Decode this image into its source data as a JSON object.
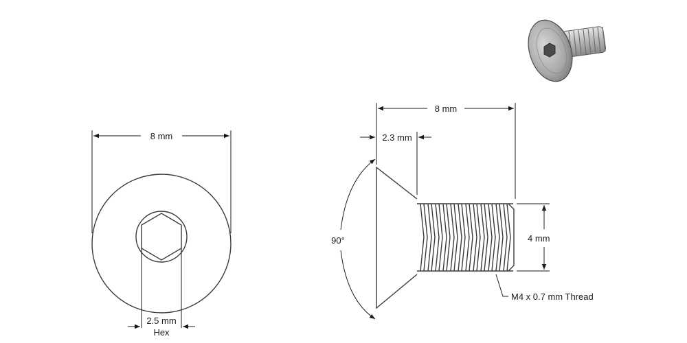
{
  "front_view": {
    "head_diameter": "8 mm",
    "hex_size": "2.5 mm",
    "hex_label": "Hex"
  },
  "side_view": {
    "overall_length": "8 mm",
    "head_height": "2.3 mm",
    "head_angle": "90°",
    "thread_diameter": "4 mm",
    "thread_callout": "M4 x 0.7 mm Thread"
  },
  "colors": {
    "line": "#1a1a1a",
    "part_outline": "#3a3a3a",
    "render_metal": "#b9b9b9"
  },
  "icons": {
    "isometric_render": "countersunk-socket-screw-icon"
  }
}
